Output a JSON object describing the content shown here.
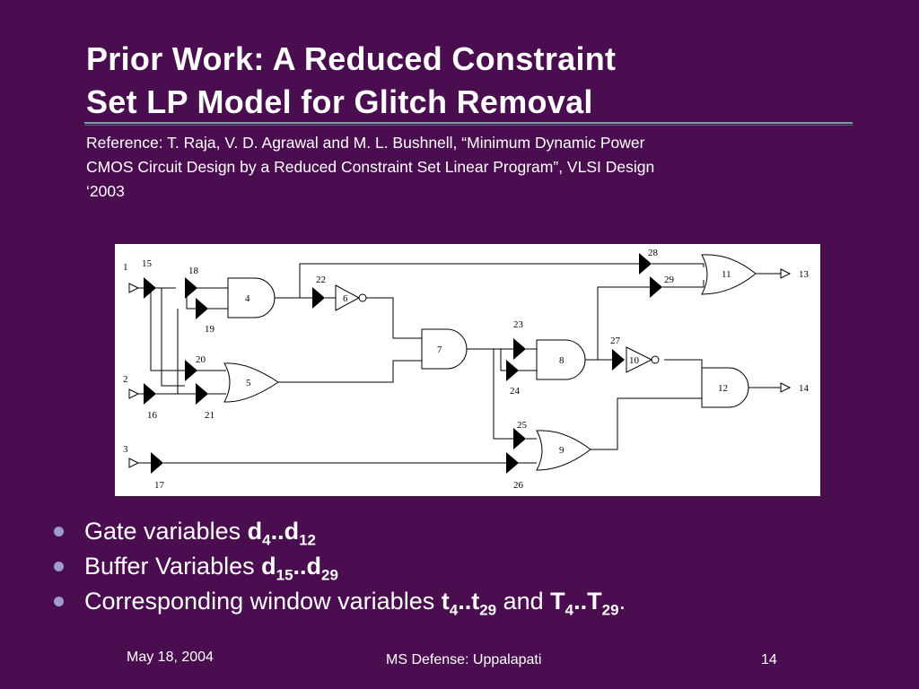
{
  "title": {
    "line1": "Prior Work: A Reduced Constraint",
    "line2": "Set LP Model for Glitch Removal"
  },
  "reference": {
    "line1": "Reference: T. Raja, V. D. Agrawal and M. L. Bushnell, “Minimum Dynamic Power",
    "line2": "CMOS Circuit Design by a Reduced Constraint Set Linear Program”, VLSI Design",
    "line3": "‘2003"
  },
  "diagram": {
    "inputs": [
      "1",
      "2",
      "3"
    ],
    "outputs": [
      "13",
      "14"
    ],
    "gates": {
      "g4": "4",
      "g5": "5",
      "g6": "6",
      "g7": "7",
      "g8": "8",
      "g9": "9",
      "g10": "10",
      "g11": "11",
      "g12": "12"
    },
    "buffers": {
      "b15": "15",
      "b16": "16",
      "b17": "17",
      "b18": "18",
      "b19": "19",
      "b20": "20",
      "b21": "21",
      "b22": "22",
      "b23": "23",
      "b24": "24",
      "b25": "25",
      "b26": "26",
      "b27": "27",
      "b28": "28",
      "b29": "29"
    }
  },
  "bullets": [
    {
      "text": "Gate variables ",
      "b1": "d",
      "s1": "4",
      "mid": "..d",
      "s2": "12",
      "tail": ""
    },
    {
      "text": "Buffer Variables ",
      "b1": "d",
      "s1": "15",
      "mid": "..d",
      "s2": "29",
      "tail": ""
    },
    {
      "text": "Corresponding window variables ",
      "b1": "t",
      "s1": "4",
      "mid": "..t",
      "s2": "29",
      "and": " and ",
      "b2": "T",
      "s3": "4",
      "mid2": "..T",
      "s4": "29",
      "tail": "."
    }
  ],
  "footer": {
    "date": "May 18, 2004",
    "center": "MS Defense: Uppalapati",
    "page": "14"
  }
}
